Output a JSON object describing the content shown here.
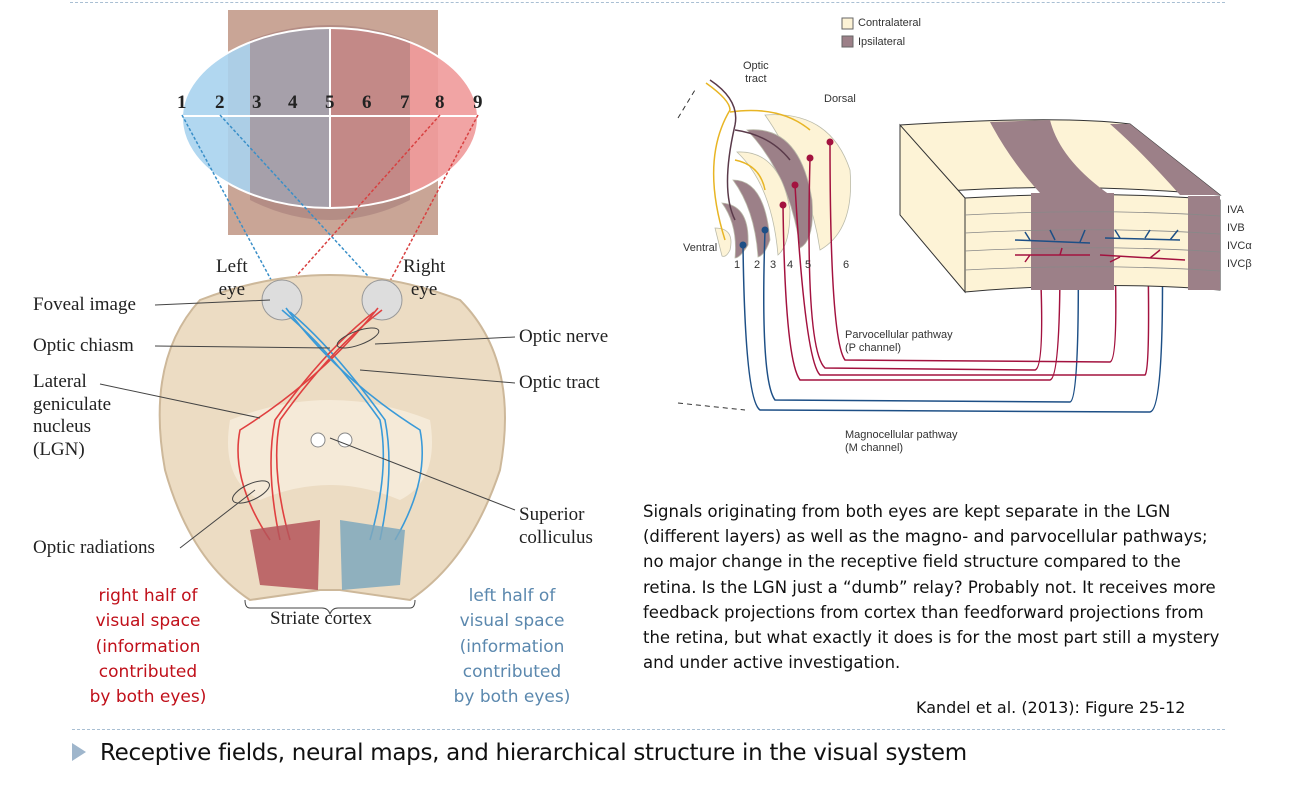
{
  "left_figure": {
    "numbers": [
      "1",
      "2",
      "3",
      "4",
      "5",
      "6",
      "7",
      "8",
      "9"
    ],
    "left_eye": [
      "Left",
      "eye"
    ],
    "right_eye": [
      "Right",
      "eye"
    ],
    "foveal_image": "Foveal image",
    "optic_chiasm": "Optic chiasm",
    "lgn": [
      "Lateral",
      "geniculate",
      "nucleus",
      "(LGN)"
    ],
    "optic_nerve": "Optic nerve",
    "optic_tract": "Optic tract",
    "superior_colliculus": [
      "Superior",
      "colliculus"
    ],
    "optic_radiations": "Optic radiations",
    "striate_cortex": "Striate cortex",
    "right_half_note": [
      "right half of",
      "visual space",
      "(information",
      "contributed",
      "by both eyes)"
    ],
    "left_half_note": [
      "left half of",
      "visual space",
      "(information",
      "contributed",
      "by both eyes)"
    ],
    "colors": {
      "right_half": "#c0101a",
      "left_half": "#5b88ae"
    }
  },
  "right_figure": {
    "legend": [
      "Contralateral",
      "Ipsilateral"
    ],
    "legend_colors": [
      "#fdf3d6",
      "#9c8088"
    ],
    "optic_tract": [
      "Optic",
      "tract"
    ],
    "dorsal": "Dorsal",
    "ventral": "Ventral",
    "layers": [
      "1",
      "2",
      "3",
      "4",
      "5",
      "6"
    ],
    "cortex_layers": [
      "IVA",
      "IVB",
      "IVCα",
      "IVCβ"
    ],
    "parvo": [
      "Parvocellular pathway",
      "(P channel)"
    ],
    "magno": [
      "Magnocellular pathway",
      "(M channel)"
    ],
    "colors": {
      "parvo": "#a3123f",
      "magno": "#1d4f86",
      "contra_axon": "#e8b524"
    }
  },
  "paragraph": [
    "Signals originating from both eyes are kept separate in the LGN",
    "(different layers) as well as the magno- and parvocellular pathways;",
    "no major change in the receptive field structure compared to the",
    "retina. Is the LGN just a “dumb” relay? Probably not. It receives more",
    "feedback projections from cortex than feedforward projections from",
    "the retina, but what exactly it does is for the most part still a mystery",
    "and under active investigation."
  ],
  "citation": "Kandel et al. (2013): Figure 25-12",
  "footer": {
    "bullet_icon": "triangle-bullet-icon",
    "title": "Receptive fields, neural maps, and hierarchical structure in the visual system"
  }
}
